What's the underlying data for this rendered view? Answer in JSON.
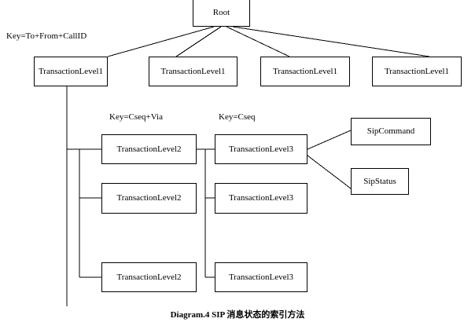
{
  "diagram": {
    "caption": "Diagram.4 SIP 消息状态的索引方法",
    "colors": {
      "stroke": "#000000",
      "fill": "#ffffff",
      "text": "#000000"
    },
    "root": {
      "label": "Root"
    },
    "keys": {
      "level1": "Key=To+From+CallID",
      "level2": "Key=Cseq+Via",
      "level3": "Key=Cseq"
    },
    "level1_nodes": [
      {
        "label": "TransactionLevel1"
      },
      {
        "label": "TransactionLevel1"
      },
      {
        "label": "TransactionLevel1"
      },
      {
        "label": "TransactionLevel1"
      }
    ],
    "level2_nodes": [
      {
        "label": "TransactionLevel2"
      },
      {
        "label": "TransactionLevel2"
      },
      {
        "label": "TransactionLevel2"
      }
    ],
    "level3_nodes": [
      {
        "label": "TransactionLevel3"
      },
      {
        "label": "TransactionLevel3"
      },
      {
        "label": "TransactionLevel3"
      }
    ],
    "leaf_nodes": [
      {
        "label": "SipCommand"
      },
      {
        "label": "SipStatus"
      }
    ]
  }
}
